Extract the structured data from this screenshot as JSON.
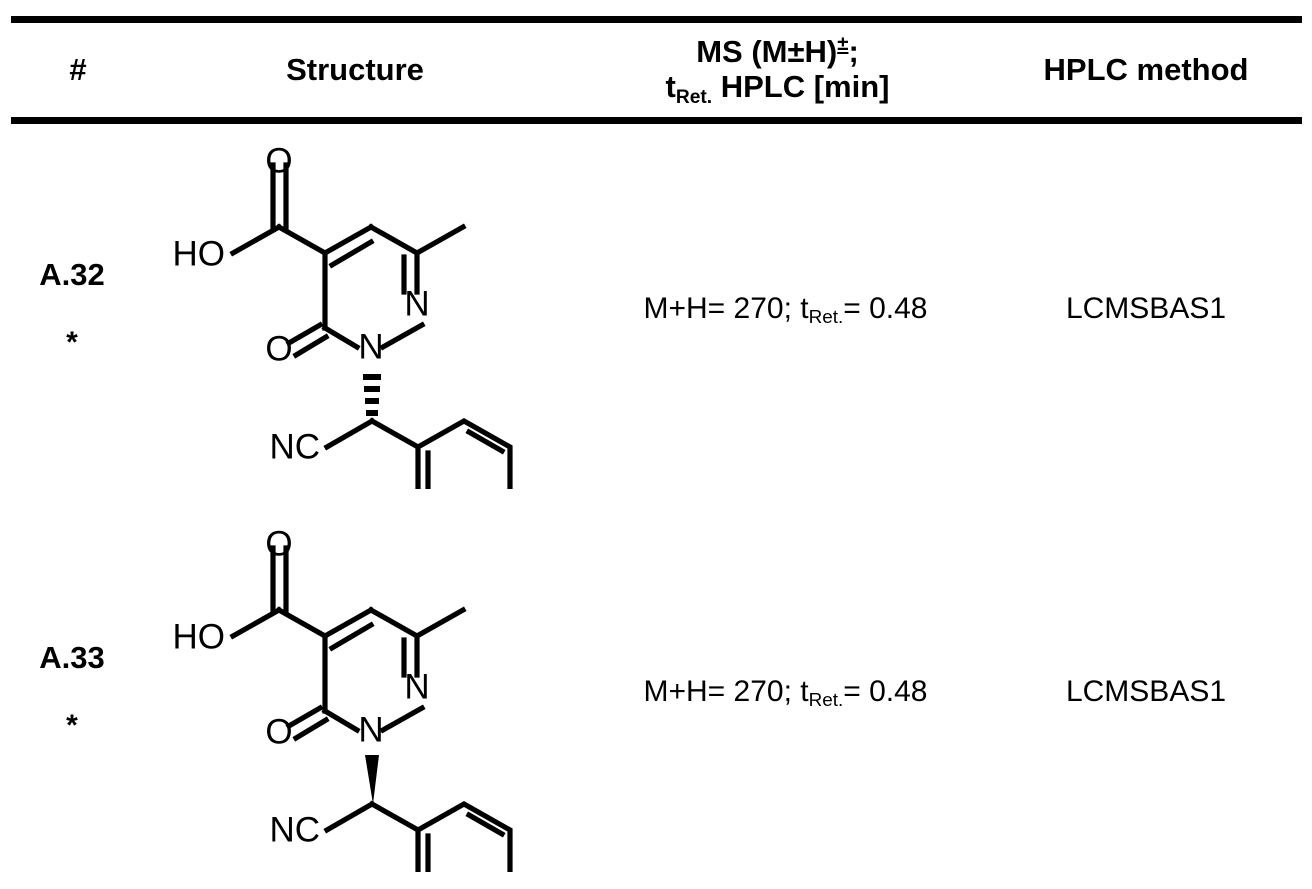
{
  "document": {
    "type": "chemical-compound-table",
    "rule_color": "#000000"
  },
  "table": {
    "headers": {
      "number": "#",
      "structure": "Structure",
      "ms_line1_pre": "MS (M±H)",
      "ms_line1_sup": "±",
      "ms_line1_post": ";",
      "ms_line2_pre": "t",
      "ms_line2_sub": "Ret.",
      "ms_line2_post": " HPLC [min]",
      "hplc_method": "HPLC method"
    },
    "rows": [
      {
        "id": "A.32",
        "marker": "*",
        "ms_pre": "M+H= 270; t",
        "ms_sub": "Ret.",
        "ms_post": "= 0.48",
        "hplc_method": "LCMSBAS1",
        "structure": {
          "name": "2-[(R)-cyano(phenyl)methyl]-6-methyl-3-oxo-2,3-dihydropyridazine-4-carboxylic acid",
          "labels": [
            "O",
            "HO",
            "N",
            "N",
            "O",
            "NC"
          ],
          "stereo_bond": "hashed-wedge"
        }
      },
      {
        "id": "A.33",
        "marker": "*",
        "ms_pre": "M+H= 270; t",
        "ms_sub": "Ret.",
        "ms_post": "= 0.48",
        "hplc_method": "LCMSBAS1",
        "structure": {
          "name": "2-[(S)-cyano(phenyl)methyl]-6-methyl-3-oxo-2,3-dihydropyridazine-4-carboxylic acid",
          "labels": [
            "O",
            "HO",
            "N",
            "N",
            "O",
            "NC"
          ],
          "stereo_bond": "solid-wedge"
        }
      }
    ]
  },
  "structure_labels": {
    "carboxyl_o": "O",
    "hydroxyl": "HO",
    "ring_n1": "N",
    "ring_n2": "N",
    "keto_o": "O",
    "nitrile": "NC"
  }
}
